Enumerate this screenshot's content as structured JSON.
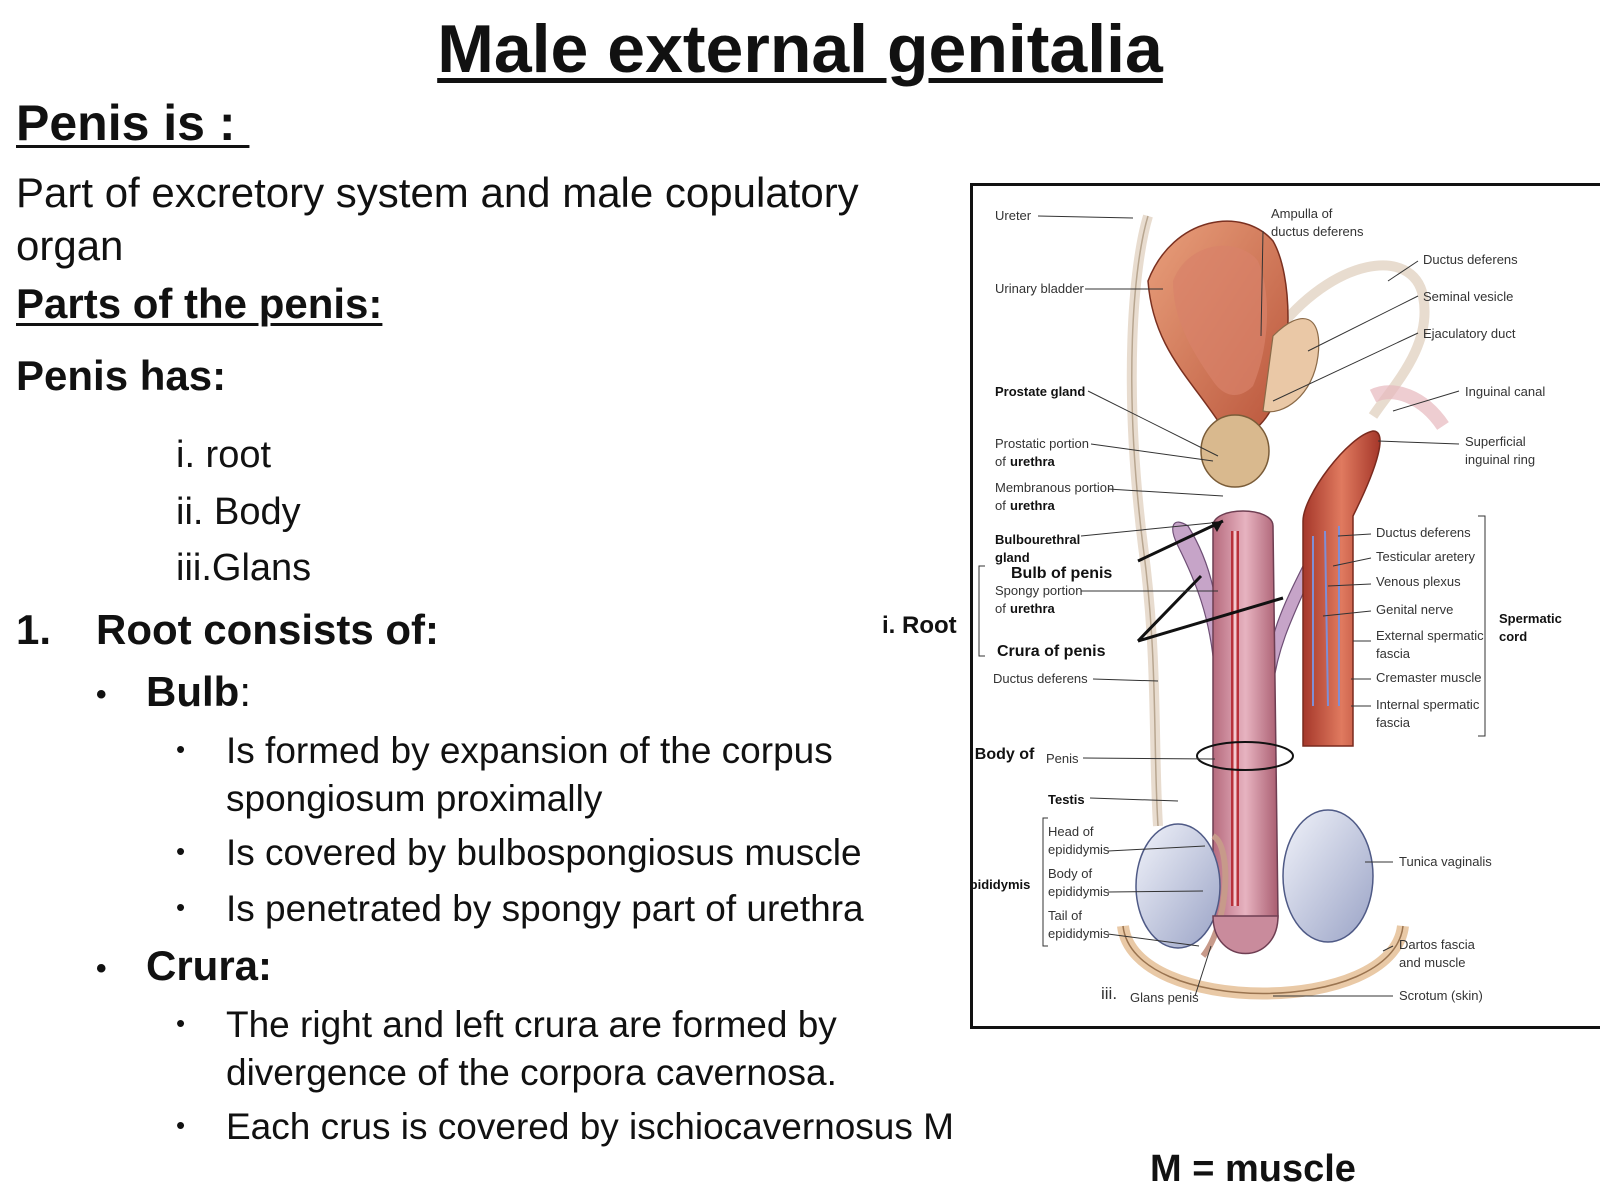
{
  "title": "Male external genitalia",
  "penis_is": "Penis is : ",
  "definition": "Part of excretory system and male copulatory organ",
  "parts_heading": "Parts of the penis:",
  "penis_has": "Penis has:",
  "parts": [
    "i. root",
    "ii. Body",
    "iii.Glans"
  ],
  "root_section": {
    "number": "1.",
    "heading": "Root consists of:",
    "bulb": {
      "label": "Bulb",
      "suffix": ":",
      "points": [
        "Is formed by expansion of the corpus spongiosum proximally",
        "Is covered by bulbospongiosus muscle",
        "Is penetrated by spongy part of urethra"
      ]
    },
    "crura": {
      "label": "Crura:",
      "points": [
        "The right and left crura are formed by divergence of the corpora cavernosa.",
        "Each crus is covered by ischiocavernosus M"
      ]
    }
  },
  "footnote": "M = muscle",
  "figure": {
    "root_side_label": "i. Root",
    "labels_left": {
      "ureter": "Ureter",
      "urinary_bladder": "Urinary bladder",
      "prostate_gland": "Prostate gland",
      "prostatic_portion_1": "Prostatic portion",
      "prostatic_portion_2": "urethra",
      "membranous_portion_1": "Membranous portion",
      "membranous_portion_2": "urethra",
      "bulbourethral_1": "Bulbourethral",
      "bulbourethral_2": "gland",
      "spongy_portion_1": "Spongy portion",
      "spongy_portion_2": "urethra",
      "ductus_deferens": "Ductus deferens",
      "testis": "Testis",
      "epididymis": "Epididymis",
      "head_epi_1": "Head of",
      "head_epi_2": "epididymis",
      "body_epi_1": "Body of",
      "body_epi_2": "epididymis",
      "tail_epi_1": "Tail of",
      "tail_epi_2": "epididymis",
      "of": "of"
    },
    "labels_right": {
      "ampulla_1": "Ampulla of",
      "ampulla_2": "ductus deferens",
      "ductus_deferens_top": "Ductus deferens",
      "seminal_vesicle": "Seminal vesicle",
      "ejaculatory_duct": "Ejaculatory duct",
      "inguinal_canal": "Inguinal canal",
      "superficial_ring_1": "Superficial",
      "superficial_ring_2": "inguinal ring",
      "ductus_deferens_mid": "Ductus deferens",
      "testicular_artery": "Testicular aretery",
      "venous_plexus": "Venous plexus",
      "genital_nerve": "Genital nerve",
      "external_fascia_1": "External spermatic",
      "external_fascia_2": "fascia",
      "cremaster": "Cremaster muscle",
      "internal_fascia_1": "Internal spermatic",
      "internal_fascia_2": "fascia",
      "spermatic_cord_1": "Spermatic",
      "spermatic_cord_2": "cord",
      "tunica_vaginalis": "Tunica vaginalis",
      "dartos_1": "Dartos fascia",
      "dartos_2": "and muscle",
      "scrotum": "Scrotum (skin)"
    },
    "annotations": {
      "bulb_of_penis": "Bulb of penis",
      "crura_of_penis": "Crura of penis",
      "body_of": "ii. Body of",
      "penis_small": "Penis",
      "glans_prefix": "iii.",
      "glans_penis": "Glans penis"
    }
  }
}
